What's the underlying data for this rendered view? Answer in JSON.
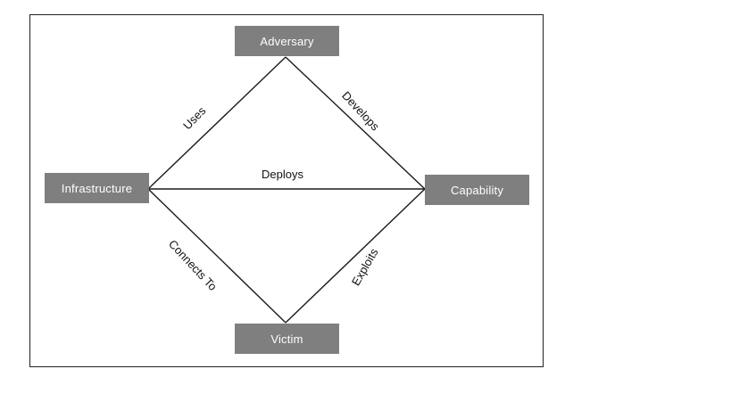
{
  "diagram": {
    "nodes": {
      "adversary": "Adversary",
      "infrastructure": "Infrastructure",
      "capability": "Capability",
      "victim": "Victim"
    },
    "edges": [
      {
        "from": "adversary",
        "to": "infrastructure",
        "label": "Uses"
      },
      {
        "from": "adversary",
        "to": "capability",
        "label": "Develops"
      },
      {
        "from": "infrastructure",
        "to": "capability",
        "label": "Deploys"
      },
      {
        "from": "infrastructure",
        "to": "victim",
        "label": "Connects To"
      },
      {
        "from": "capability",
        "to": "victim",
        "label": "Exploits"
      }
    ],
    "colors": {
      "node_fill": "#7f7f7f",
      "node_text": "#ffffff",
      "edge_line": "#1a1a1a",
      "frame_border": "#222222"
    }
  }
}
